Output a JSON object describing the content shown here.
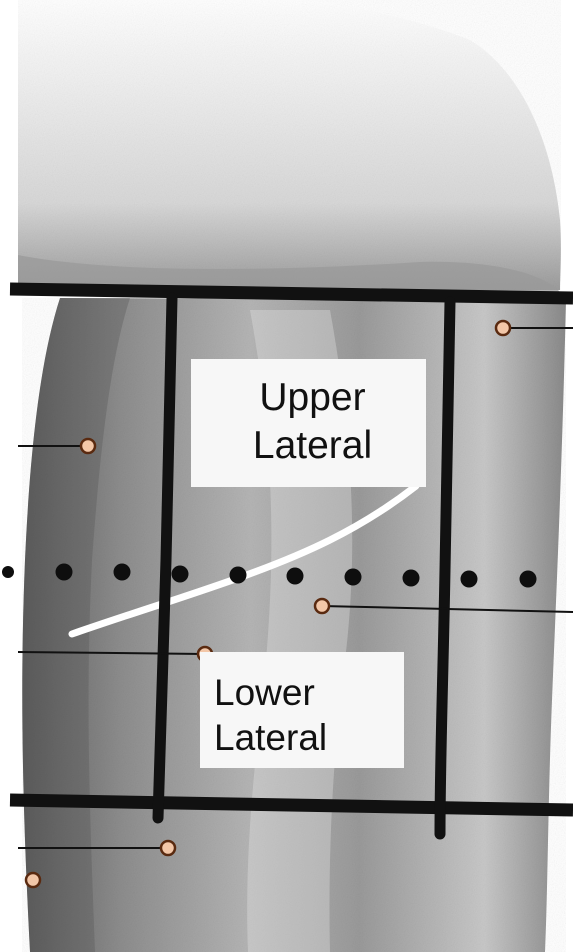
{
  "regions": {
    "upper": {
      "line1": "Upper",
      "line2": "Lateral"
    },
    "lower": {
      "line1": "Lower",
      "line2": "Lateral"
    }
  },
  "colors": {
    "background": "#ffffff",
    "skin_shadow": "#6b6b6b",
    "skin_light": "#d9d9d9",
    "grid_lines": "#111111",
    "marker_fill": "#f3c7a8",
    "marker_stroke": "#5a2a10",
    "label_background": "#f7f7f7"
  },
  "icons": {
    "anatomy": "thigh-lateral-view",
    "marker": "marker-dot-icon",
    "boundary_dots": "dotted-divider-line"
  }
}
